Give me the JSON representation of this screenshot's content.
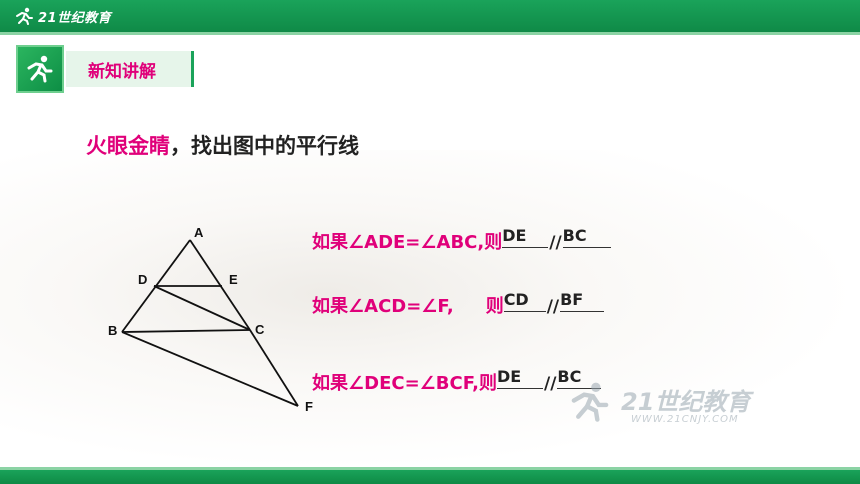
{
  "brand": {
    "name": "21世纪教育"
  },
  "section": {
    "title": "新知讲解"
  },
  "prompt": {
    "highlight": "火眼金睛",
    "rest": "，找出图中的平行线"
  },
  "diagram": {
    "points": {
      "A": "A",
      "B": "B",
      "C": "C",
      "D": "D",
      "E": "E",
      "F": "F"
    }
  },
  "statements": [
    {
      "prefix": "如果∠ADE=∠ABC,则",
      "answer1": "DE",
      "parallel": "//",
      "answer2": "BC"
    },
    {
      "prefix": "如果∠ACD=∠F,",
      "spacer": "则",
      "answer1": "CD",
      "parallel": "//",
      "answer2": "BF"
    },
    {
      "prefix": "如果∠DEC=∠BCF,则",
      "answer1": "DE",
      "parallel": "//",
      "answer2": "BC"
    }
  ],
  "watermark": {
    "name": "21世纪教育",
    "url": "WWW.21CNJY.COM"
  },
  "colors": {
    "brand_green": "#1aa35a",
    "accent_magenta": "#e0007a"
  }
}
